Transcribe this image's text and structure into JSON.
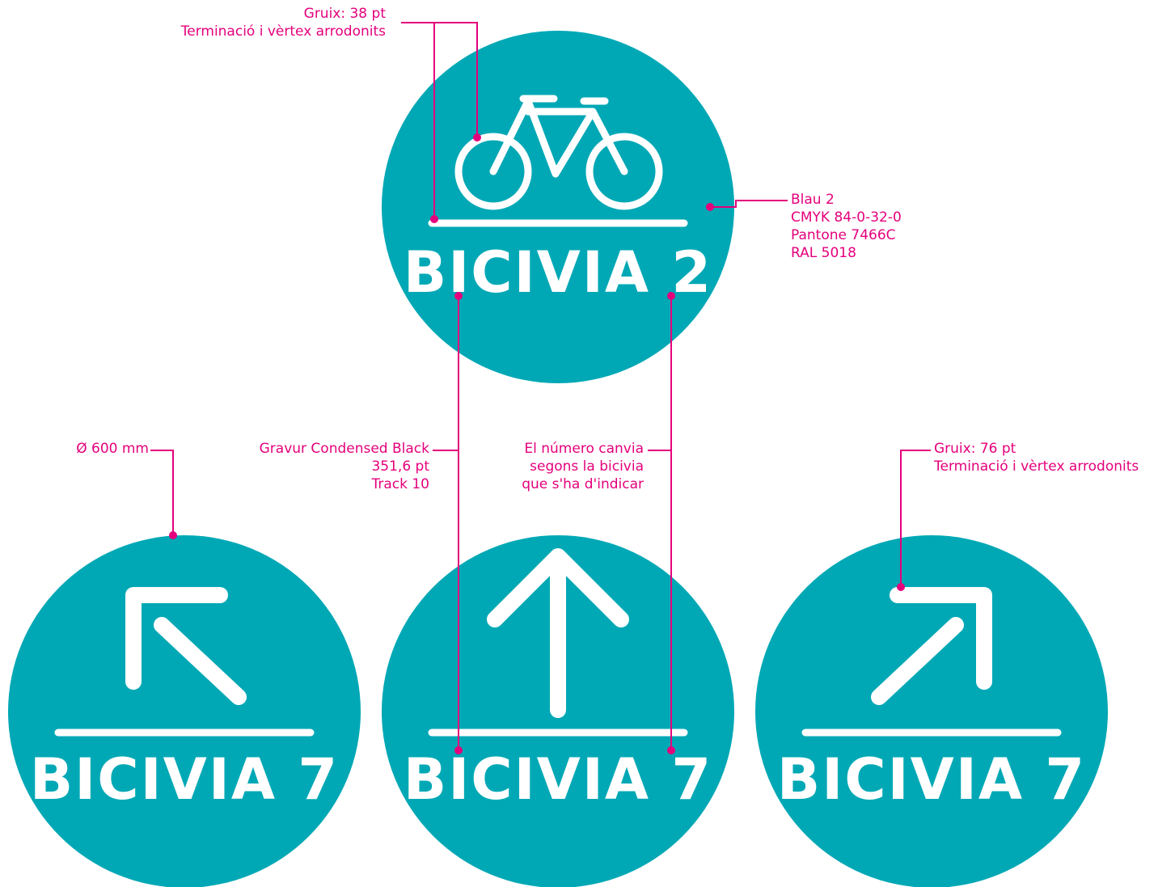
{
  "colors": {
    "sign": "#00a8b5",
    "annotation": "#e4007c",
    "symbol": "#ffffff"
  },
  "signs": {
    "top": {
      "label": "BICIVIA 2",
      "icon": "bicycle-icon"
    },
    "left": {
      "label": "BICIVIA 7",
      "icon": "arrow-up-left-icon"
    },
    "center": {
      "label": "BICIVIA 7",
      "icon": "arrow-up-icon"
    },
    "right": {
      "label": "BICIVIA 7",
      "icon": "arrow-up-right-icon"
    }
  },
  "annotations": {
    "stroke_thin": {
      "line1": "Gruix: 38 pt",
      "line2": "Terminació i vèrtex arrodonits"
    },
    "color_spec": {
      "line1": "Blau 2",
      "line2": "CMYK 84-0-32-0",
      "line3": "Pantone 7466C",
      "line4": "RAL 5018"
    },
    "diameter": {
      "line1": "Ø 600 mm"
    },
    "typeface": {
      "line1": "Gravur Condensed Black",
      "line2": "351,6 pt",
      "line3": "Track 10"
    },
    "number_note": {
      "line1": "El número canvia",
      "line2": "segons la bicivia",
      "line3": "que s'ha d'indicar"
    },
    "stroke_thick": {
      "line1": "Gruix: 76 pt",
      "line2": "Terminació i vèrtex arrodonits"
    }
  }
}
